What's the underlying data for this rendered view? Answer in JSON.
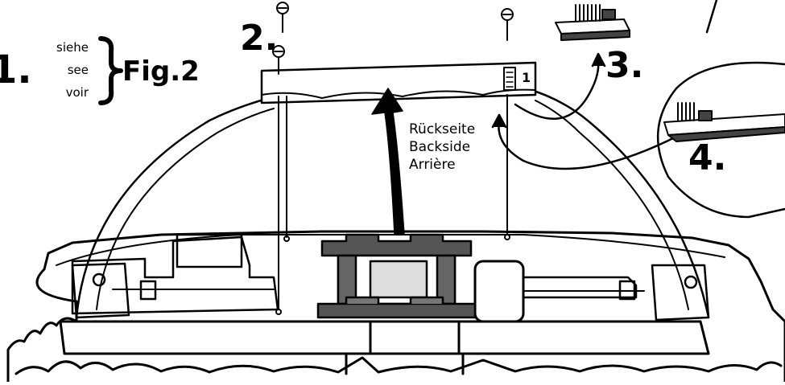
{
  "steps": {
    "step1": "1.",
    "step2": "2.",
    "step3": "3.",
    "step4": "4."
  },
  "reference": {
    "words": [
      "siehe",
      "see",
      "voir"
    ],
    "figure": "Fig.2"
  },
  "pcb_marking": "1",
  "back_side_note": [
    "Rückseite",
    "Backside",
    "Arrière"
  ]
}
